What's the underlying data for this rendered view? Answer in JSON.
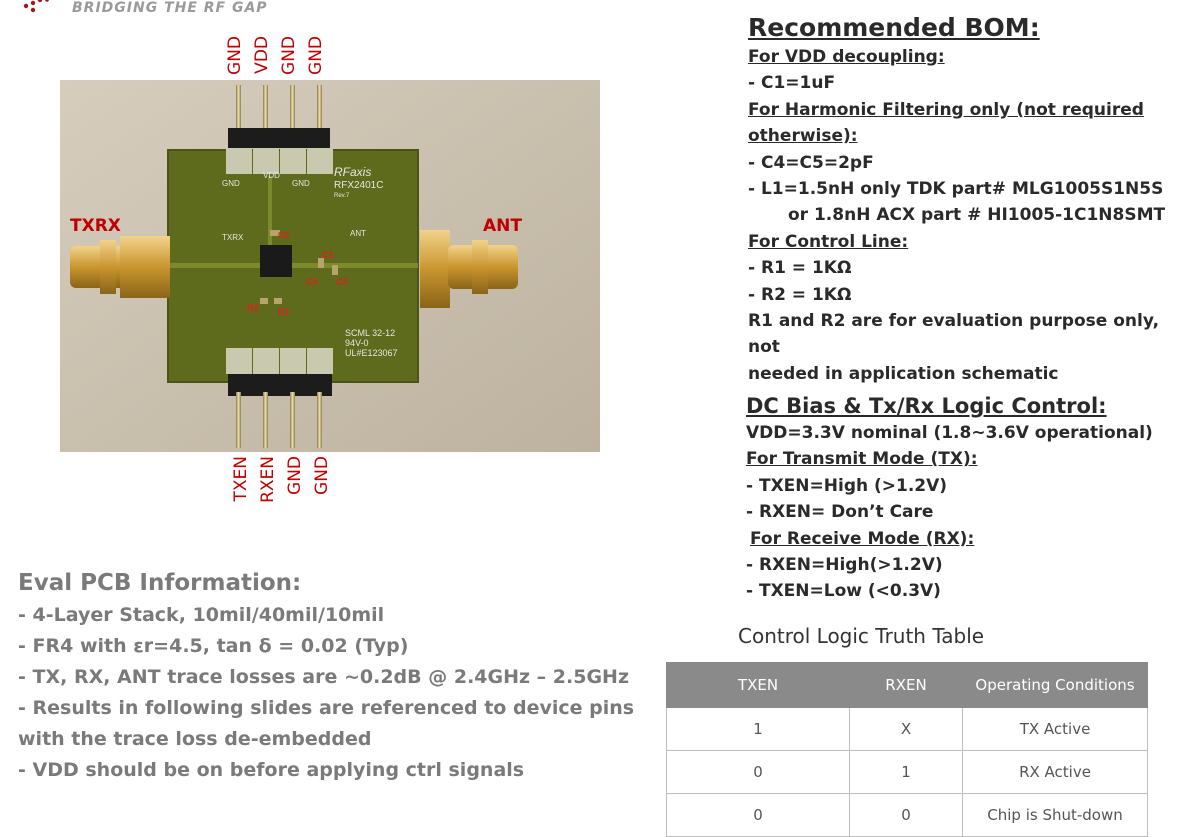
{
  "header": {
    "tagline": "BRIDGING THE RF GAP"
  },
  "pcb": {
    "top_pins": [
      "GND",
      "VDD",
      "GND",
      "GND"
    ],
    "bottom_pins": [
      "TXEN",
      "RXEN",
      "GND",
      "GND"
    ],
    "left_label": "TXRX",
    "right_label": "ANT",
    "silkscreen": {
      "brand": "RFaxis",
      "part": "RFX2401C",
      "rev": "Rev.7",
      "gnd_l": "GND",
      "vdd": "VDD",
      "gnd_r": "GND",
      "txrx": "TXRX",
      "ant": "ANT",
      "cert1": "SCML 32-12",
      "cert2": "94V-0",
      "cert3": "UL#E123067"
    },
    "components": {
      "c1": "C1",
      "c2": "C2",
      "c4": "C4",
      "c5": "C5",
      "r1": "R1",
      "r2": "R2"
    }
  },
  "bom": {
    "title": "Recommended BOM:",
    "vdd_header": "For VDD decoupling:",
    "c1": "- C1=1uF",
    "harm_header_1": "For Harmonic Filtering only (not required",
    "harm_header_2": "otherwise):",
    "c4c5": "- C4=C5=2pF",
    "l1_a": "- L1=1.5nH only TDK part# MLG1005S1N5S",
    "l1_b": "or 1.8nH  ACX part # HI1005-1C1N8SMT",
    "ctrl_header": "For Control Line:",
    "r1": "- R1 = 1KΩ",
    "r2": "- R2 = 1KΩ",
    "note_1": "R1 and R2 are for evaluation purpose only, not",
    "note_2": "needed in application schematic"
  },
  "dc": {
    "title": "DC Bias & Tx/Rx Logic Control:",
    "vdd": "VDD=3.3V  nominal (1.8~3.6V  operational)",
    "tx_header": "For Transmit Mode (TX):",
    "tx_1": "- TXEN=High (>1.2V)",
    "tx_2": "- RXEN= Don’t Care",
    "rx_header": "For Receive Mode (RX):",
    "rx_1": "- RXEN=High(>1.2V)",
    "rx_2": "- TXEN=Low (<0.3V)"
  },
  "eval": {
    "title": "Eval PCB Information:",
    "lines": [
      "- 4-Layer Stack, 10mil/40mil/10mil",
      "- FR4 with εr=4.5, tan δ = 0.02 (Typ)",
      "- TX, RX, ANT trace losses are ~0.2dB @ 2.4GHz – 2.5GHz",
      "- Results in following slides are referenced to device pins",
      "with the trace loss de-embedded",
      "- VDD should be on before applying ctrl signals"
    ]
  },
  "truth_table": {
    "title": "Control Logic Truth Table",
    "headers": [
      "TXEN",
      "RXEN",
      "Operating Conditions"
    ],
    "rows": [
      [
        "1",
        "X",
        "TX Active"
      ],
      [
        "0",
        "1",
        "RX Active"
      ],
      [
        "0",
        "0",
        "Chip is Shut-down"
      ]
    ]
  },
  "colors": {
    "pin_label": "#c00000",
    "pcb_green": "#5e6a1c",
    "table_header": "#8a8a8a"
  }
}
